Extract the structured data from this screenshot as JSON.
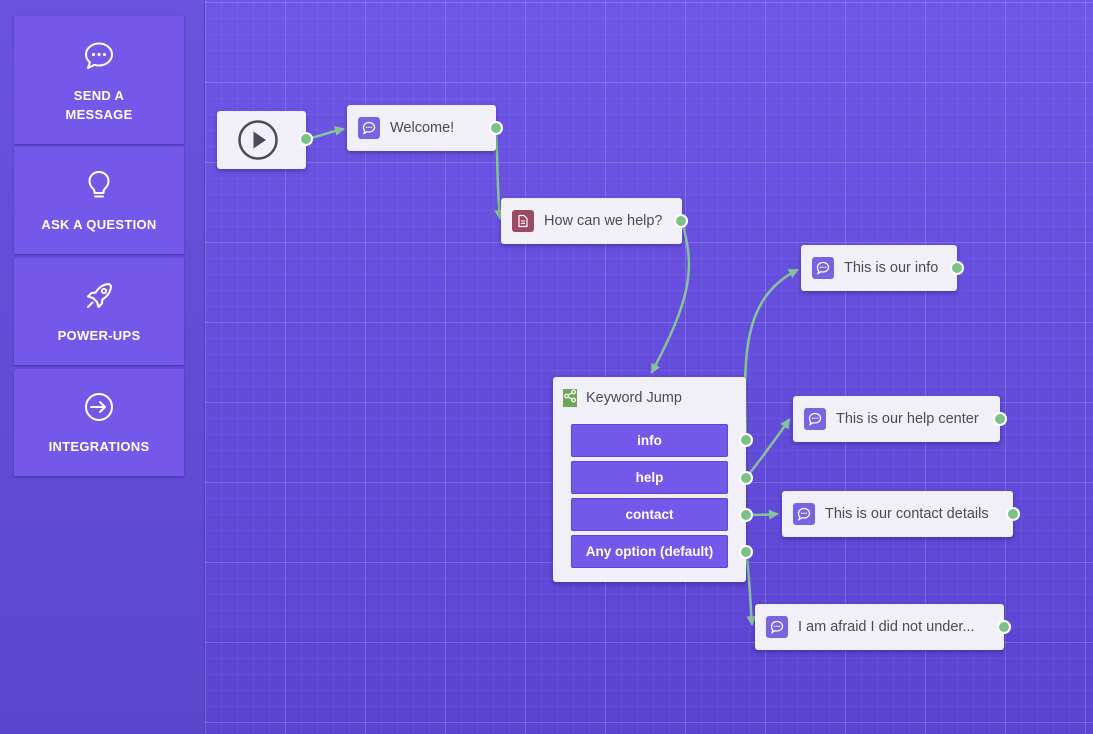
{
  "sidebar": {
    "items": [
      {
        "label_line1": "SEND A",
        "label_line2": "MESSAGE",
        "icon": "chat-bubble-icon"
      },
      {
        "label": "ASK A QUESTION",
        "icon": "lightbulb-icon"
      },
      {
        "label": "POWER-UPS",
        "icon": "rocket-icon"
      },
      {
        "label": "INTEGRATIONS",
        "icon": "sign-in-arrow-icon"
      }
    ]
  },
  "flow": {
    "start": {
      "icon": "play-icon"
    },
    "welcome": {
      "label": "Welcome!",
      "icon": "chat-bubble-icon"
    },
    "question": {
      "label": "How can we help?",
      "icon": "document-icon"
    },
    "keyword_jump": {
      "title": "Keyword Jump",
      "icon": "share-icon",
      "options": [
        "info",
        "help",
        "contact",
        "Any option (default)"
      ]
    },
    "replies": {
      "info": {
        "label": "This is our info",
        "icon": "chat-bubble-icon"
      },
      "help": {
        "label": "This is our help center",
        "icon": "chat-bubble-icon"
      },
      "contact": {
        "label": "This is our contact details",
        "icon": "chat-bubble-icon"
      },
      "default": {
        "label": "I am afraid I did not under...",
        "icon": "chat-bubble-icon"
      }
    }
  },
  "colors": {
    "sidebar_bg": "#6a52dd",
    "tool_bg": "#7558ea",
    "canvas_bg": "#5b45d2",
    "node_bg": "#f1f0f8",
    "port": "#7cc08a",
    "connector": "#86c39a",
    "message_icon": "#7a63e0",
    "question_icon": "#9b4a64",
    "keyword_icon": "#6fa657",
    "option_button": "#7358ea"
  }
}
